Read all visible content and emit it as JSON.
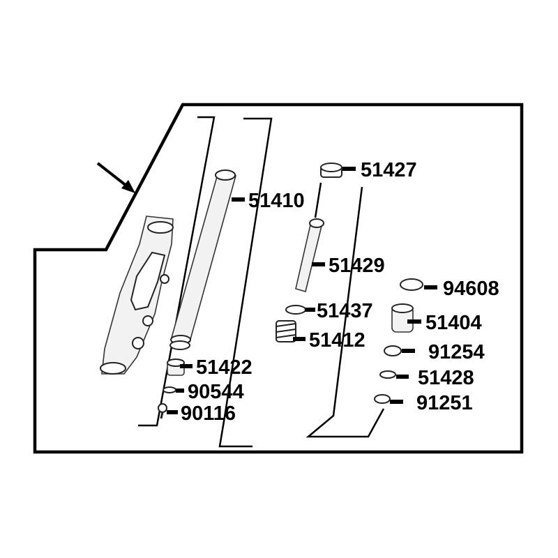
{
  "parts": [
    {
      "id": "p51427",
      "number": "51427"
    },
    {
      "id": "p51410",
      "number": "51410"
    },
    {
      "id": "p51429",
      "number": "51429"
    },
    {
      "id": "p94608",
      "number": "94608"
    },
    {
      "id": "p51437",
      "number": "51437"
    },
    {
      "id": "p51404",
      "number": "51404"
    },
    {
      "id": "p51412",
      "number": "51412"
    },
    {
      "id": "p91254",
      "number": "91254"
    },
    {
      "id": "p51422",
      "number": "51422"
    },
    {
      "id": "p51428",
      "number": "51428"
    },
    {
      "id": "p90544",
      "number": "90544"
    },
    {
      "id": "p91251",
      "number": "91251"
    },
    {
      "id": "p90116",
      "number": "90116"
    }
  ],
  "colors": {
    "line": "#000000",
    "background": "#ffffff"
  },
  "icons": {
    "pointer": "arrow-icon"
  }
}
